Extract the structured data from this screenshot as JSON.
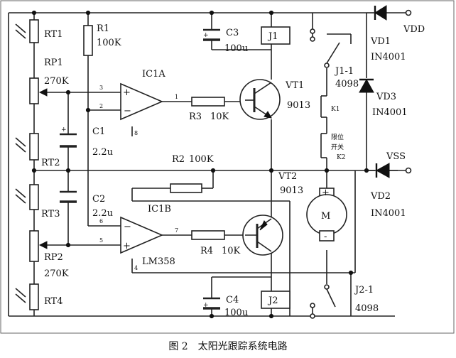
{
  "labels": {
    "rt1": "RT1",
    "rp1": "RP1",
    "rp1_val": "270K",
    "rt2": "RT2",
    "rt3": "RT3",
    "rp2": "RP2",
    "rp2_val": "270K",
    "rt4": "RT4",
    "r1": "R1",
    "r1_val": "100K",
    "c1": "C1",
    "c1_val": "2.2u",
    "c2": "C2",
    "c2_val": "2.2u",
    "c3": "C3",
    "c3_val": "100u",
    "c4": "C4",
    "c4_val": "100u",
    "r2": "R2",
    "r2_val": "100K",
    "ic1a": "IC1A",
    "ic1b": "IC1B",
    "lm358": "LM358",
    "r3": "R3",
    "r3_val": "10K",
    "r4": "R4",
    "r4_val": "10K",
    "vt1": "VT1",
    "vt1_val": "9013",
    "vt2": "VT2",
    "vt2_val": "9013",
    "j1": "J1",
    "j2": "J2",
    "j1_1": "J1-1",
    "j1_1_val": "4098",
    "j2_1": "J2-1",
    "j2_1_val": "4098",
    "k1": "K1",
    "k2": "K2",
    "limit1": "限位",
    "limit2": "开关",
    "motor": "M",
    "vd1": "VD1",
    "vd1_val": "IN4001",
    "vd2": "VD2",
    "vd2_val": "IN4001",
    "vd3": "VD3",
    "vd3_val": "IN4001",
    "vdd": "VDD",
    "vss": "VSS",
    "pin3a": "3",
    "pin2a": "2",
    "pin1a": "1",
    "pin8a": "8",
    "pin6b": "6",
    "pin5b": "5",
    "pin7b": "7",
    "pin4b": "4",
    "plus": "+",
    "minus": "-"
  },
  "caption": "图 2　太阳光跟踪系统电路"
}
